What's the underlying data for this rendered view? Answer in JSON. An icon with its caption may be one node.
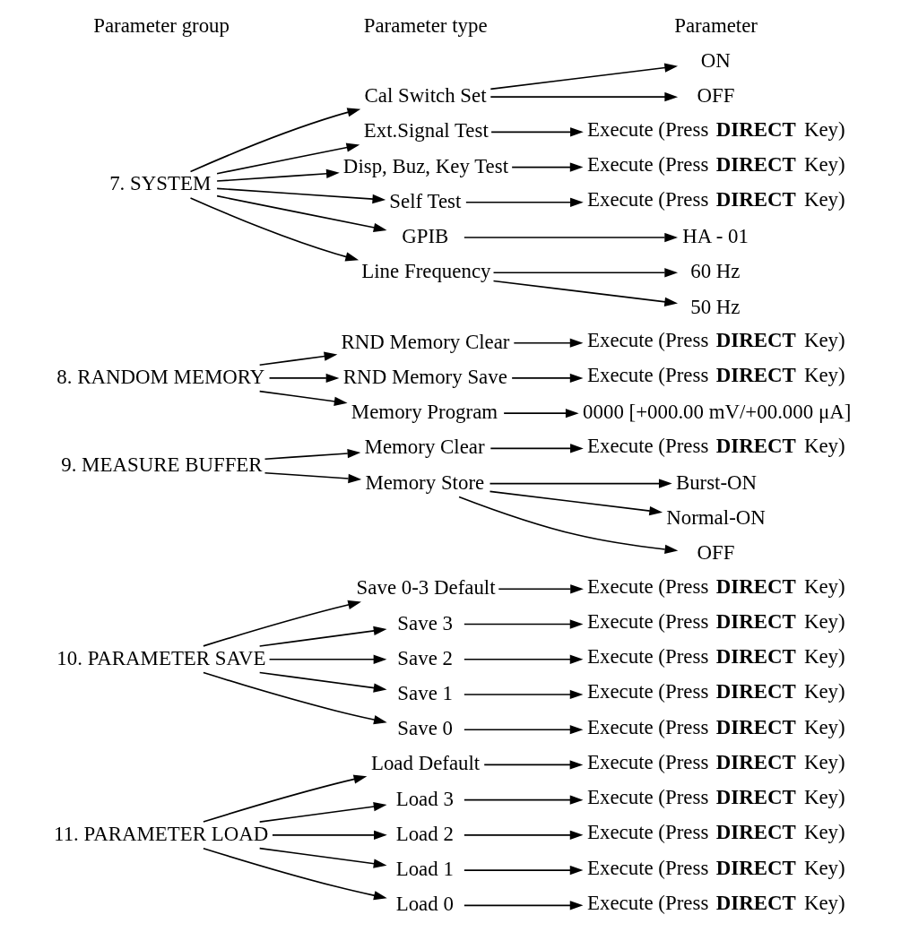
{
  "diagram": {
    "nodes": [
      {
        "text": [
          "7. SYSTEM"
        ]
      },
      {
        "text": [
          "Line Frequency"
        ]
      },
      {
        "text": [
          "50 Hz"
        ]
      },
      {
        "text": [
          "60 Hz"
        ]
      },
      {
        "text": [
          "GPIB"
        ]
      },
      {
        "text": [
          "HA - 01"
        ]
      },
      {
        "text": [
          "Self Test"
        ]
      },
      {
        "text": [
          "Execute (Press **DIRECT** Key)"
        ]
      },
      {
        "text": [
          "Disp, Buz, Key Test"
        ]
      },
      {
        "text": [
          "Execute (Press **DIRECT** Key)"
        ]
      },
      {
        "text": [
          "Ext.Signal Test"
        ]
      },
      {
        "text": [
          "Execute (Press **DIRECT** Key)"
        ]
      },
      {
        "text": [
          "Cal Switch Set"
        ]
      },
      {
        "text": [
          "OFF"
        ]
      },
      {
        "text": [
          "ON"
        ]
      },
      {
        "text": [
          "8. RANDOM MEMORY"
        ]
      },
      {
        "text": [
          "Memory Program"
        ]
      },
      {
        "text": [
          "0000 [+000.00 mV/+00.000 μA]"
        ]
      },
      {
        "text": [
          "RND Memory Save"
        ]
      },
      {
        "text": [
          "Execute (Press **DIRECT** Key)"
        ]
      },
      {
        "text": [
          "RND Memory Clear"
        ]
      },
      {
        "text": [
          "Execute (Press **DIRECT** Key)"
        ]
      },
      {
        "text": [
          "9. MEASURE BUFFER"
        ]
      },
      {
        "text": [
          "Memory Store"
        ]
      },
      {
        "text": [
          "OFF"
        ]
      },
      {
        "text": [
          "Normal-ON"
        ]
      },
      {
        "text": [
          "Burst-ON"
        ]
      },
      {
        "text": [
          "Memory Clear"
        ]
      },
      {
        "text": [
          "Execute (Press **DIRECT** Key)"
        ]
      },
      {
        "text": [
          "10. PARAMETER SAVE"
        ]
      },
      {
        "text": [
          "Save 0"
        ]
      },
      {
        "text": [
          "Execute (Press **DIRECT** Key)"
        ]
      },
      {
        "text": [
          "Save 1"
        ]
      },
      {
        "text": [
          "Execute (Press **DIRECT** Key)"
        ]
      },
      {
        "text": [
          "Save 2"
        ]
      },
      {
        "text": [
          "Execute (Press **DIRECT** Key)"
        ]
      },
      {
        "text": [
          "Save 3"
        ]
      },
      {
        "text": [
          "Execute (Press **DIRECT** Key)"
        ]
      },
      {
        "text": [
          "Save 0-3 Default"
        ]
      },
      {
        "text": [
          "Execute (Press **DIRECT** Key)"
        ]
      },
      {
        "text": [
          "11. PARAMETER LOAD"
        ]
      },
      {
        "text": [
          "Load 0"
        ]
      },
      {
        "text": [
          "Execute (Press **DIRECT** Key)"
        ]
      },
      {
        "text": [
          "Load 1"
        ]
      },
      {
        "text": [
          "Execute (Press **DIRECT** Key)"
        ]
      },
      {
        "text": [
          "Load 2"
        ]
      },
      {
        "text": [
          "Execute (Press **DIRECT** Key)"
        ]
      },
      {
        "text": [
          "Load 3"
        ]
      },
      {
        "text": [
          "Execute (Press **DIRECT** Key)"
        ]
      },
      {
        "text": [
          "Load Default"
        ]
      },
      {
        "text": [
          "Execute (Press **DIRECT** Key)"
        ]
      }
    ],
    "edges": [
      {
        "from": 49,
        "to": 50,
        "arrow": "to"
      },
      {
        "from": 47,
        "to": 48,
        "arrow": "to"
      },
      {
        "from": 45,
        "to": 46,
        "arrow": "to"
      },
      {
        "from": 43,
        "to": 44,
        "arrow": "to"
      },
      {
        "from": 41,
        "to": 42,
        "arrow": "to"
      },
      {
        "from": 40,
        "to": 49,
        "arrow": "to"
      },
      {
        "from": 40,
        "to": 47,
        "arrow": "to"
      },
      {
        "from": 40,
        "to": 45,
        "arrow": "to"
      },
      {
        "from": 40,
        "to": 43,
        "arrow": "to"
      },
      {
        "from": 40,
        "to": 41,
        "arrow": "to"
      },
      {
        "from": 38,
        "to": 39,
        "arrow": "to"
      },
      {
        "from": 36,
        "to": 37,
        "arrow": "to"
      },
      {
        "from": 34,
        "to": 35,
        "arrow": "to"
      },
      {
        "from": 32,
        "to": 33,
        "arrow": "to"
      },
      {
        "from": 30,
        "to": 31,
        "arrow": "to"
      },
      {
        "from": 29,
        "to": 38,
        "arrow": "to"
      },
      {
        "from": 29,
        "to": 36,
        "arrow": "to"
      },
      {
        "from": 29,
        "to": 34,
        "arrow": "to"
      },
      {
        "from": 29,
        "to": 32,
        "arrow": "to"
      },
      {
        "from": 29,
        "to": 30,
        "arrow": "to"
      },
      {
        "from": 27,
        "to": 28,
        "arrow": "to"
      },
      {
        "from": 23,
        "to": 26,
        "arrow": "to"
      },
      {
        "from": 23,
        "to": 25,
        "arrow": "to"
      },
      {
        "from": 23,
        "to": 24,
        "arrow": "to"
      },
      {
        "from": 22,
        "to": 27,
        "arrow": "to"
      },
      {
        "from": 22,
        "to": 23,
        "arrow": "to"
      },
      {
        "from": 20,
        "to": 21,
        "arrow": "to"
      },
      {
        "from": 18,
        "to": 19,
        "arrow": "to"
      },
      {
        "from": 16,
        "to": 17,
        "arrow": "to"
      },
      {
        "from": 15,
        "to": 20,
        "arrow": "to"
      },
      {
        "from": 15,
        "to": 18,
        "arrow": "to"
      },
      {
        "from": 15,
        "to": 16,
        "arrow": "to"
      },
      {
        "from": 12,
        "to": 14,
        "arrow": "to"
      },
      {
        "from": 12,
        "to": 13,
        "arrow": "to"
      },
      {
        "from": 10,
        "to": 11,
        "arrow": "to"
      },
      {
        "from": 8,
        "to": 9,
        "arrow": "to"
      },
      {
        "from": 6,
        "to": 7,
        "arrow": "to"
      },
      {
        "from": 4,
        "to": 5,
        "arrow": "to"
      },
      {
        "from": 1,
        "to": 3,
        "arrow": "to"
      },
      {
        "from": 1,
        "to": 2,
        "arrow": "to"
      },
      {
        "from": 0,
        "to": 12,
        "arrow": "to"
      },
      {
        "from": 0,
        "to": 10,
        "arrow": "to"
      },
      {
        "from": 0,
        "to": 8,
        "arrow": "to"
      },
      {
        "from": 0,
        "to": 6,
        "arrow": "to"
      },
      {
        "from": 0,
        "to": 4,
        "arrow": "to"
      },
      {
        "from": 0,
        "to": 1,
        "arrow": "to"
      }
    ],
    "labels": [
      "Parameter group",
      "Parameter type",
      "Parameter"
    ]
  }
}
